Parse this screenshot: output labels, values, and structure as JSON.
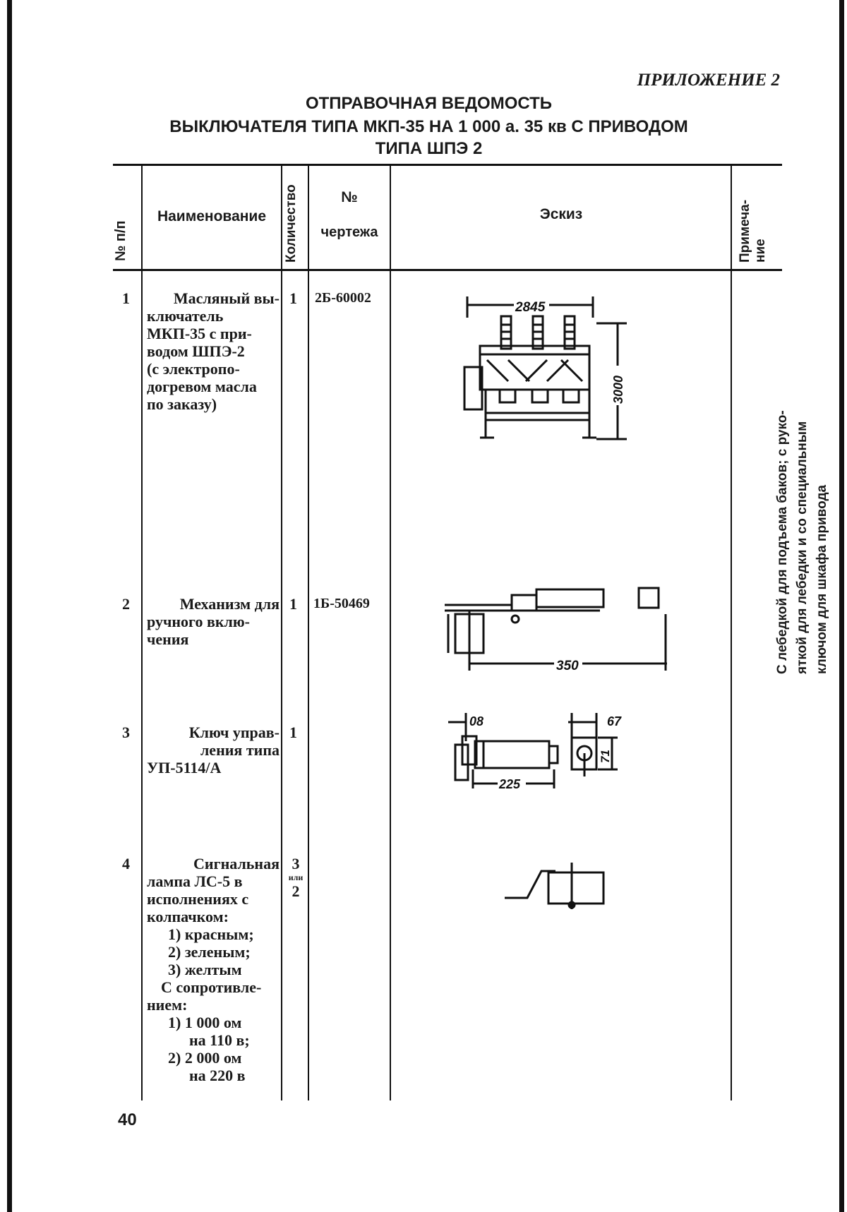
{
  "annex": "ПРИЛОЖЕНИЕ 2",
  "title": {
    "line1": "ОТПРАВОЧНАЯ ВЕДОМОСТЬ",
    "line2": "ВЫКЛЮЧАТЕЛЯ ТИПА МКП-35 НА 1 000 а. 35 кв С ПРИВОДОМ",
    "line3": "ТИПА ШПЭ 2"
  },
  "headers": {
    "num": "№ п/п",
    "name": "Наименование",
    "qty": "Количество",
    "drawing_top": "№",
    "drawing_bottom": "чертежа",
    "sketch": "Эскиз",
    "notes_line1": "Примеча-",
    "notes_line2": "ние"
  },
  "rows": [
    {
      "num": "1",
      "name": [
        "Масляный вы-",
        "ключатель",
        "МКП-35 с при-",
        "водом ШПЭ-2",
        "(с электропо-",
        "догревом масла",
        "по заказу)"
      ],
      "qty": "1",
      "drawing": "2Б-60002",
      "dims": [
        "2845",
        "3000"
      ]
    },
    {
      "num": "2",
      "name": [
        "Механизм для",
        "ручного вклю-",
        "чения"
      ],
      "qty": "1",
      "drawing": "1Б-50469",
      "dims": [
        "350"
      ]
    },
    {
      "num": "3",
      "name": [
        "Ключ управ-",
        "ления типа",
        "УП-5114/А"
      ],
      "qty": "1",
      "drawing": "",
      "dims": [
        "08",
        "225",
        "67",
        "71"
      ]
    },
    {
      "num": "4",
      "name": [
        "Сигнальная",
        "лампа ЛС-5 в",
        "исполнениях с",
        "колпачком:",
        "1) красным;",
        "2) зеленым;",
        "3) желтым",
        "С сопротивле-",
        "нием:",
        "1) 1 000 ом",
        "на 110 в;",
        "2) 2 000 ом",
        "на 220 в"
      ],
      "qty_lines": [
        "3",
        "или",
        "2"
      ],
      "drawing": ""
    }
  ],
  "note": {
    "line1": "С лебедкой для подъема баков; с руко-",
    "line2": "яткой для лебедки и со специальным",
    "line3": "ключом для шкафа привода"
  },
  "page_number": "40"
}
